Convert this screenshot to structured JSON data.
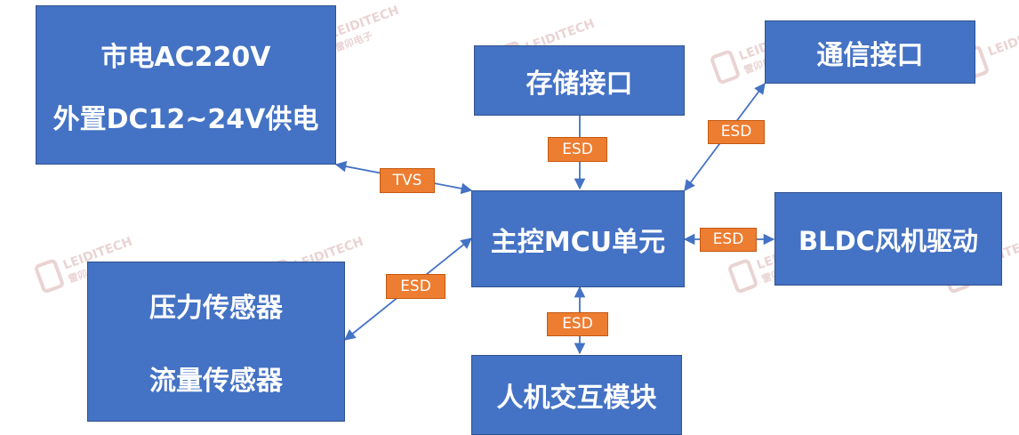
{
  "watermark": {
    "brand": "LEIDITECH",
    "cn": "雷卯电子"
  },
  "blocks": {
    "power": {
      "line1": "市电AC220V",
      "line2": "外置DC12~24V供电"
    },
    "storage": "存储接口",
    "comm": "通信接口",
    "mcu": "主控MCU单元",
    "bldc": "BLDC风机驱动",
    "sensors": {
      "line1": "压力传感器",
      "line2": "流量传感器"
    },
    "hmi": "人机交互模块"
  },
  "tags": {
    "tvs": "TVS",
    "esd_storage": "ESD",
    "esd_comm": "ESD",
    "esd_bldc": "ESD",
    "esd_sensor": "ESD",
    "esd_hmi": "ESD"
  },
  "colors": {
    "block_fill": "#4472C4",
    "block_border": "#2F528F",
    "tag_fill": "#ED7D31",
    "arrow": "#4472C4"
  }
}
